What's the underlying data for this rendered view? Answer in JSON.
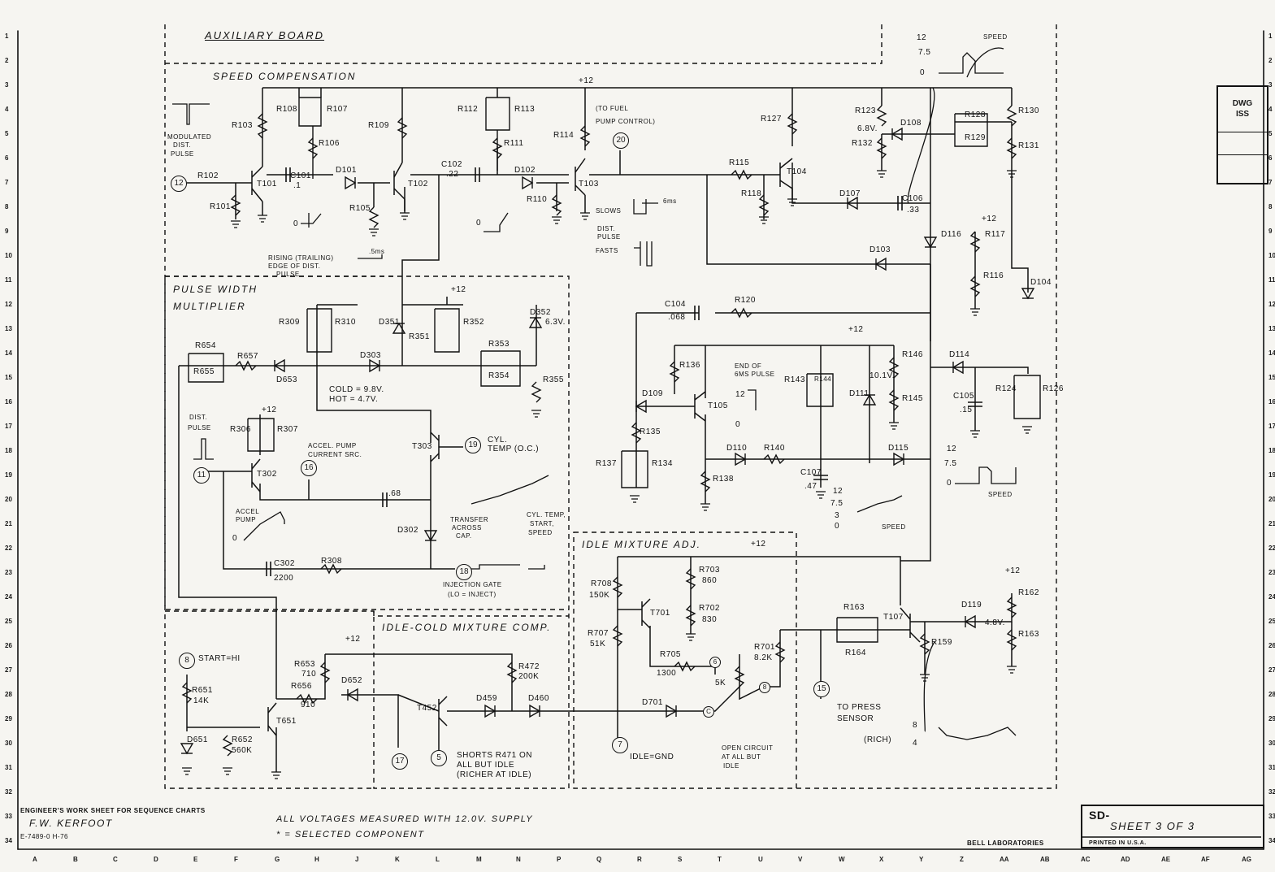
{
  "title": "AUXILIARY BOARD",
  "sections": {
    "speed_comp": "SPEED COMPENSATION",
    "pulse_width": "PULSE WIDTH",
    "pulse_width2": "MULTIPLIER",
    "idle_mixture": "IDLE MIXTURE ADJ.",
    "idle_cold": "IDLE-COLD MIXTURE COMP."
  },
  "supply": "+12",
  "components": {
    "R101": "R101",
    "R102": "R102",
    "R103": "R103",
    "R106": "R106",
    "R107": "R107",
    "R108": "R108",
    "R109": "R109",
    "R105": "R105",
    "R110": "R110",
    "R111": "R111",
    "R112": "R112",
    "R113": "R113",
    "R114": "R114",
    "R115": "R115",
    "R118": "R118",
    "R127": "R127",
    "R123": "R123",
    "R132": "R132",
    "R128": "R128",
    "R129": "R129",
    "R130": "R130",
    "R131": "R131",
    "R117": "R117",
    "R116": "R116",
    "R120": "R120",
    "R136": "R136",
    "R135": "R135",
    "R137": "R137",
    "R134": "R134",
    "R138": "R138",
    "R140": "R140",
    "R143": "R143",
    "R144": "R144",
    "R145": "R145",
    "R146": "R146",
    "R124": "R124",
    "R126": "R126",
    "R309": "R309",
    "R310": "R310",
    "R351": "R351",
    "R352": "R352",
    "R353": "R353",
    "R354": "R354",
    "R355": "R355",
    "R654": "R654",
    "R655": "R655",
    "R657": "R657",
    "R306": "R306",
    "R307": "R307",
    "R308": "R308",
    "R651": "R651",
    "R651v": "14K",
    "R652": "R652",
    "R652v": "560K",
    "R653": "R653",
    "R653v": "710",
    "R656": "R656",
    "R656v": "910",
    "R472": "R472",
    "R472v": "200K",
    "R708": "R708",
    "R708v": "150K",
    "R707": "R707",
    "R707v": "51K",
    "R703": "R703",
    "R703v": "860",
    "R702": "R702",
    "R702v": "830",
    "R705": "R705",
    "R705v": "1300",
    "R701": "R701",
    "R701v": "8.2K",
    "R163": "R163",
    "R164": "R164",
    "R159": "R159",
    "R162": "R162",
    "R163b": "R163",
    "pot5k": "5K",
    "C101": "C101",
    "C101v": ".1",
    "C102": "C102",
    "C102v": ".22",
    "C104": "C104",
    "C104v": ".068",
    "C105": "C105",
    "C105v": ".15",
    "C106": "C106",
    "C106v": ".33",
    "C107": "C107",
    "C107v": ".47",
    "C302": "C302",
    "C302v": "2200",
    "C68": ".68",
    "T101": "T101",
    "T102": "T102",
    "T103": "T103",
    "T104": "T104",
    "T105": "T105",
    "T107": "T107",
    "T302": "T302",
    "T303": "T303",
    "T452": "T452",
    "T651": "T651",
    "T701": "T701",
    "D101": "D101",
    "D102": "D102",
    "D103": "D103",
    "D104": "D104",
    "D107": "D107",
    "D108": "D108",
    "D109": "D109",
    "D110": "D110",
    "D111": "D111",
    "D114": "D114",
    "D115": "D115",
    "D116": "D116",
    "D119": "D119",
    "D302": "D302",
    "D303": "D303",
    "D351": "D351",
    "D352": "D352",
    "D459": "D459",
    "D460": "D460",
    "D651": "D651",
    "D652": "D652",
    "D653": "D653",
    "D701": "D701"
  },
  "voltages": {
    "v68": "6.8V.",
    "v63": "6.3V.",
    "v101": "10.1V.",
    "v48": "4.8V."
  },
  "nodes": [
    "12",
    "20",
    "11",
    "16",
    "19",
    "8",
    "17",
    "5",
    "7",
    "6",
    "C",
    "8",
    "15",
    "18"
  ],
  "notes": {
    "modulated": "MODULATED",
    "dist": "DIST.",
    "pulse": "PULSE",
    "to_fuel": "(TO FUEL",
    "pump_control": "PUMP CONTROL)",
    "slow": "SLOWS",
    "fast": "FASTS",
    "dist_pulse": "DIST.",
    "pulse2": "PULSE",
    "ms6": "6ms",
    "rising1": "RISING (TRAILING)",
    "rising2": "EDGE OF DIST.",
    "rising3": "PULSE",
    "ms5": ".5ms",
    "colo": "COLD = 9.8V.",
    "hot": "HOT = 4.7V.",
    "accel1": "ACCEL. PUMP",
    "accel2": "CURRENT SRC.",
    "cyl1": "CYL.",
    "cyl2": "TEMP (O.C.)",
    "accel_pump1": "ACCEL",
    "accel_pump2": "PUMP",
    "transfer1": "TRANSFER",
    "transfer2": "ACROSS",
    "transfer3": "CAP.",
    "cyltemp1": "CYL. TEMP,",
    "cyltemp2": "START,",
    "cyltemp3": "SPEED",
    "inj1": "INJECTION GATE",
    "inj2": "(LO = INJECT)",
    "end1": "END OF",
    "end2": "6MS PULSE",
    "start_hi": "START=HI",
    "shorts1": "SHORTS R471 ON",
    "shorts2": "ALL BUT IDLE",
    "shorts3": "(RICHER AT IDLE)",
    "idle_gnd": "IDLE=GND",
    "open1": "OPEN CIRCUIT",
    "open2": "AT ALL BUT",
    "open3": "IDLE",
    "press1": "TO PRESS",
    "press2": "SENSOR",
    "rich": "(RICH)",
    "speed": "SPEED",
    "s12": "12",
    "s75": "7.5",
    "s0": "0",
    "s3": "3",
    "s8": "8",
    "s4": "4"
  },
  "footer": {
    "worksheet": "ENGINEER'S WORK SHEET FOR SEQUENCE CHARTS",
    "engineer": "F.W. KERFOOT",
    "form": "E-7489-0 H-76",
    "note1": "ALL VOLTAGES MEASURED WITH 12.0V. SUPPLY",
    "note2": "* = SELECTED COMPONENT",
    "lab": "BELL LABORATORIES",
    "sd": "SD-",
    "sheet": "SHEET 3 OF 3",
    "printed": "PRINTED IN U.S.A.",
    "dwg": "DWG",
    "iss": "ISS"
  },
  "row_marks": [
    "1",
    "2",
    "3",
    "4",
    "5",
    "6",
    "7",
    "8",
    "9",
    "10",
    "11",
    "12",
    "13",
    "14",
    "15",
    "16",
    "17",
    "18",
    "19",
    "20",
    "21",
    "22",
    "23",
    "24",
    "25",
    "26",
    "27",
    "28",
    "29",
    "30",
    "31",
    "32",
    "33",
    "34"
  ],
  "col_marks": [
    "A",
    "B",
    "C",
    "D",
    "E",
    "F",
    "G",
    "H",
    "J",
    "K",
    "L",
    "M",
    "N",
    "P",
    "Q",
    "R",
    "S",
    "T",
    "U",
    "V",
    "W",
    "X",
    "Y",
    "Z",
    "AA",
    "AB",
    "AC",
    "AD",
    "AE",
    "AF",
    "AG"
  ]
}
